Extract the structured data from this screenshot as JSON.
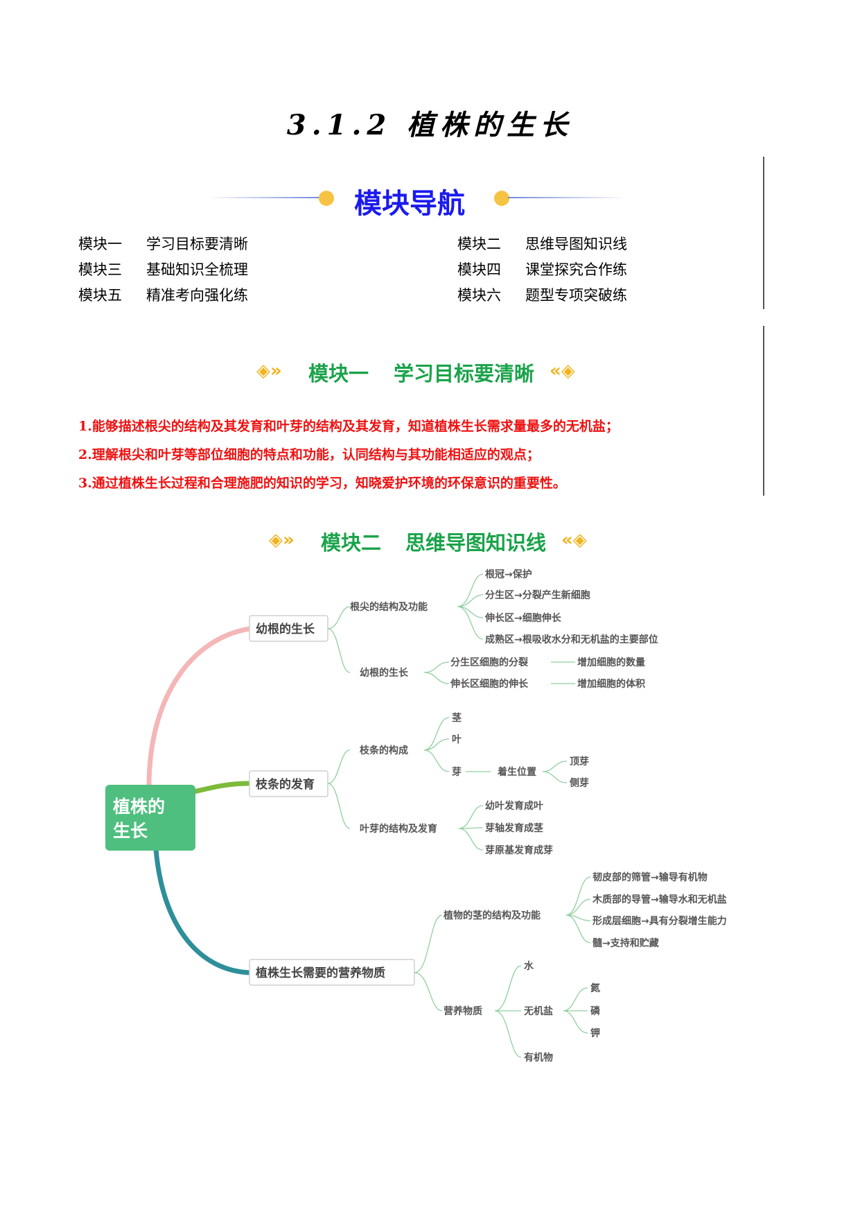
{
  "title": "3.1.2 植株的生长",
  "nav": {
    "heading": "模块导航",
    "items": [
      {
        "num": "模块一",
        "label": "学习目标要清晰"
      },
      {
        "num": "模块二",
        "label": "思维导图知识线"
      },
      {
        "num": "模块三",
        "label": "基础知识全梳理"
      },
      {
        "num": "模块四",
        "label": "课堂探究合作练"
      },
      {
        "num": "模块五",
        "label": "精准考向强化练"
      },
      {
        "num": "模块六",
        "label": "题型专项突破练"
      }
    ]
  },
  "module1": {
    "num": "模块一",
    "label": "学习目标要清晰",
    "goals": [
      "1.能够描述根尖的结构及其发育和叶芽的结构及其发育，知道植株生长需求量最多的无机盐；",
      "2.理解根尖和叶芽等部位细胞的特点和功能，认同结构与其功能相适应的观点；",
      "3.通过植株生长过程和合理施肥的知识的学习，知晓爱护环境的环保意识的重要性。"
    ]
  },
  "module2": {
    "num": "模块二",
    "label": "思维导图知识线"
  },
  "mindmap": {
    "root": "植株的生长",
    "root_line1": "植株的",
    "root_line2": "生长",
    "b1": "幼根的生长",
    "b1_c1": "根尖的结构及功能",
    "b1_c1_items": [
      "根冠→保护",
      "分生区→分裂产生新细胞",
      "伸长区→细胞伸长",
      "成熟区→根吸收水分和无机盐的主要部位"
    ],
    "b1_c2": "幼根的生长",
    "b1_c2_items": [
      "分生区细胞的分裂",
      "伸长区细胞的伸长"
    ],
    "b1_c2_results": [
      "增加细胞的数量",
      "增加细胞的体积"
    ],
    "b2": "枝条的发育",
    "b2_c1": "枝条的构成",
    "b2_c1_items": [
      "茎",
      "叶",
      "芽"
    ],
    "b2_bud_pos": "着生位置",
    "b2_bud_types": [
      "顶芽",
      "侧芽"
    ],
    "b2_c2": "叶芽的结构及发育",
    "b2_c2_items": [
      "幼叶发育成叶",
      "芽轴发育成茎",
      "芽原基发育成芽"
    ],
    "b3": "植株生长需要的营养物质",
    "b3_c1": "植物的茎的结构及功能",
    "b3_c1_items": [
      "韧皮部的筛管→输导有机物",
      "木质部的导管→输导水和无机盐",
      "形成层细胞→具有分裂增生能力",
      "髓→支持和贮藏"
    ],
    "b3_c2": "营养物质",
    "b3_c2_items": [
      "水",
      "无机盐",
      "有机物"
    ],
    "b3_salts": [
      "氮",
      "磷",
      "钾"
    ],
    "colors": {
      "root_bg": "#4fbf7f",
      "branch1": "#f4b6b6",
      "branch2": "#7dba3a",
      "branch3": "#2e8f9a",
      "connector": "#8fcf9f",
      "text": "#444444"
    }
  }
}
